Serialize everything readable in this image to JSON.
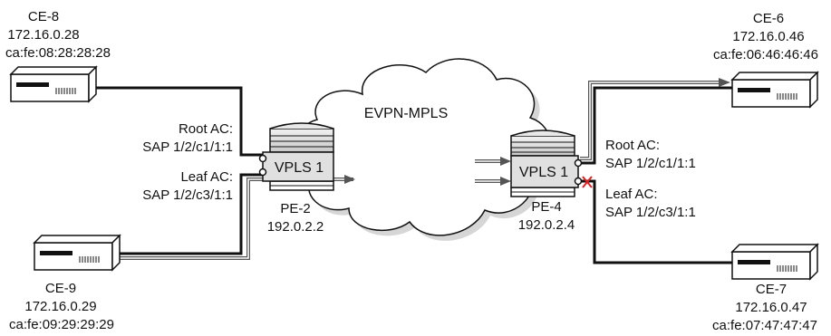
{
  "colors": {
    "line": "#111111",
    "cloud_fill": "#ffffff",
    "cloud_shadow": "#cfcfcf",
    "device_fill": "#ffffff",
    "router_fill": "#e0e0e0",
    "blocked_mark": "#e02020"
  },
  "cloud": {
    "label": "EVPN-MPLS"
  },
  "ce": {
    "ce8": {
      "name": "CE-8",
      "ip": "172.16.0.28",
      "mac": "ca:fe:08:28:28:28"
    },
    "ce9": {
      "name": "CE-9",
      "ip": "172.16.0.29",
      "mac": "ca:fe:09:29:29:29"
    },
    "ce6": {
      "name": "CE-6",
      "ip": "172.16.0.46",
      "mac": "ca:fe:06:46:46:46"
    },
    "ce7": {
      "name": "CE-7",
      "ip": "172.16.0.47",
      "mac": "ca:fe:07:47:47:47"
    }
  },
  "pe": {
    "pe2": {
      "name": "PE-2",
      "ip": "192.0.2.2",
      "service": "VPLS 1",
      "root_ac": {
        "title": "Root AC:",
        "sap": "SAP 1/2/c1/1:1"
      },
      "leaf_ac": {
        "title": "Leaf AC:",
        "sap": "SAP 1/2/c3/1:1"
      }
    },
    "pe4": {
      "name": "PE-4",
      "ip": "192.0.2.4",
      "service": "VPLS 1",
      "root_ac": {
        "title": "Root AC:",
        "sap": "SAP 1/2/c1/1:1"
      },
      "leaf_ac": {
        "title": "Leaf AC:",
        "sap": "SAP 1/2/c3/1:1"
      }
    }
  },
  "icons": {
    "ce_device": "host-device-icon",
    "pe_router": "router-icon",
    "blocked": "x-mark-icon"
  }
}
